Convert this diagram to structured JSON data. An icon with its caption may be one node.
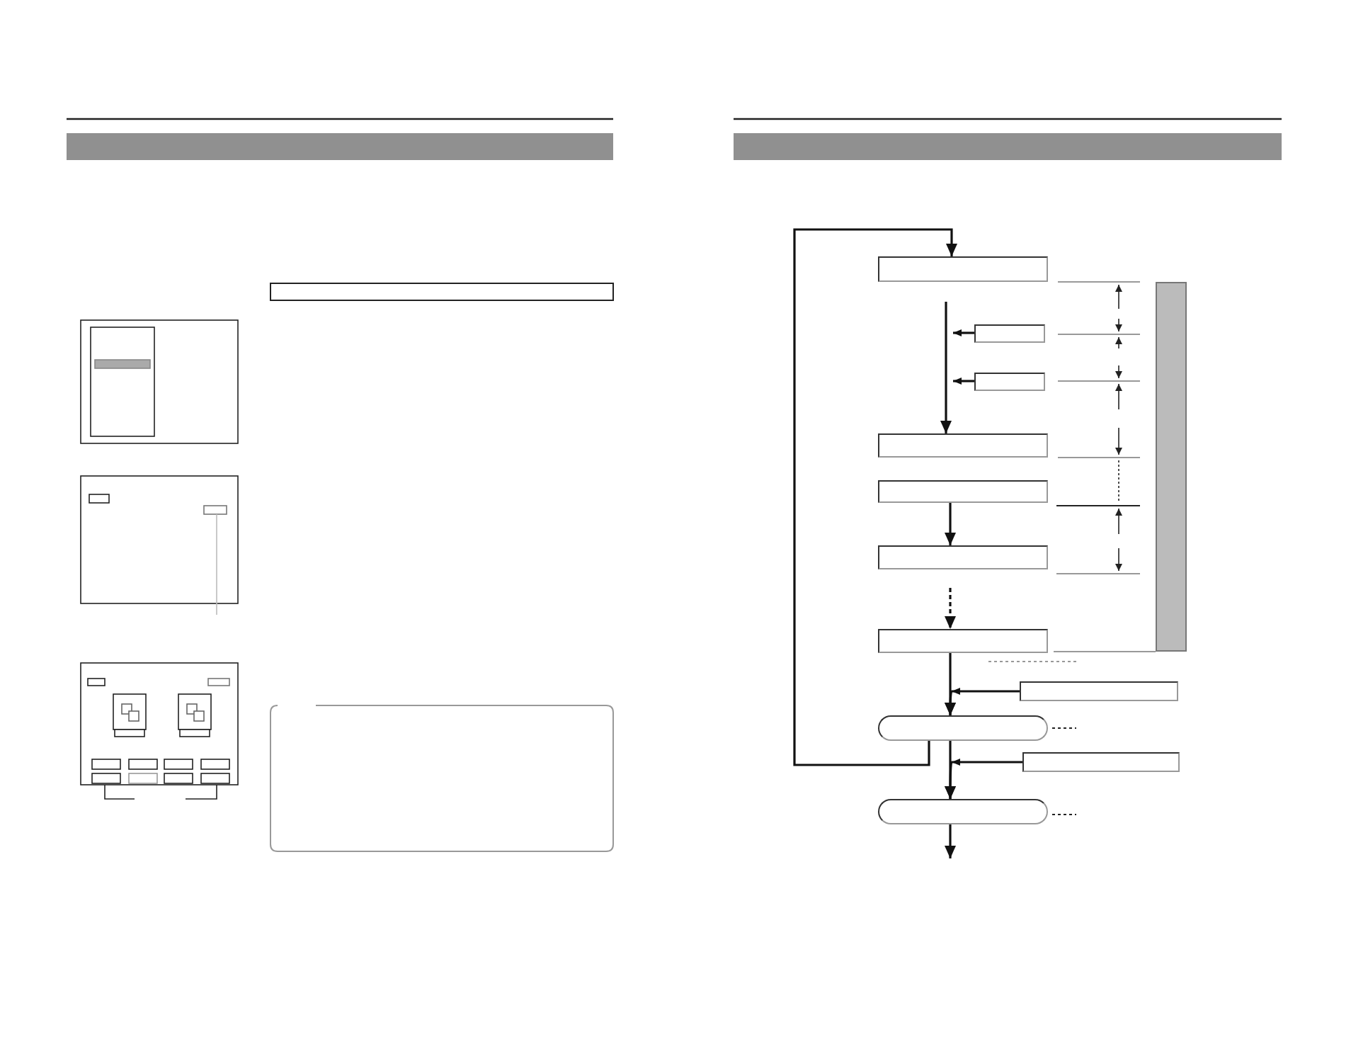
{
  "diagram": {
    "nodes": [
      {
        "text": [],
        "shape": "box"
      },
      {
        "text": [],
        "shape": "box"
      },
      {
        "text": [],
        "shape": "box"
      },
      {
        "text": [],
        "shape": "box"
      },
      {
        "text": [],
        "shape": "box"
      },
      {
        "text": [],
        "shape": "box"
      },
      {
        "text": [],
        "shape": "box"
      },
      {
        "text": [],
        "shape": "box"
      },
      {
        "text": [],
        "shape": "pill"
      },
      {
        "text": [],
        "shape": "box"
      },
      {
        "text": [],
        "shape": "pill"
      },
      {
        "text": [],
        "shape": "bar"
      }
    ],
    "edges": [
      {
        "from": 8,
        "to": 0,
        "arrow": "to"
      },
      {
        "from": null,
        "to": 3,
        "arrow": "to"
      },
      {
        "from": 1,
        "to": null,
        "arrow": "to"
      },
      {
        "from": 2,
        "to": null,
        "arrow": "to"
      },
      {
        "from": 4,
        "to": 5,
        "arrow": "to"
      },
      {
        "from": null,
        "to": 6,
        "arrow": "to",
        "style": "dashed"
      },
      {
        "from": 6,
        "to": 8,
        "arrow": "to"
      },
      {
        "from": 7,
        "to": 8,
        "arrow": "to"
      },
      {
        "from": 8,
        "to": 10,
        "arrow": "to"
      },
      {
        "from": 9,
        "to": 10,
        "arrow": "to"
      },
      {
        "from": 10,
        "to": null,
        "arrow": "to"
      }
    ]
  }
}
